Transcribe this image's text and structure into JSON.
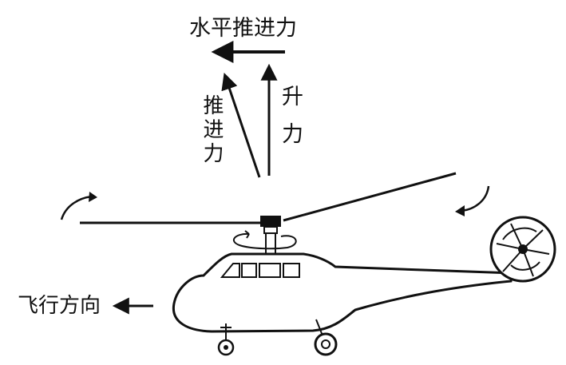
{
  "labels": {
    "horizontal_thrust": "水平推进力",
    "lift": "升力",
    "thrust": "推进力",
    "flight_direction": "飞行方向"
  },
  "colors": {
    "ink": "#111111",
    "background": "#ffffff"
  }
}
